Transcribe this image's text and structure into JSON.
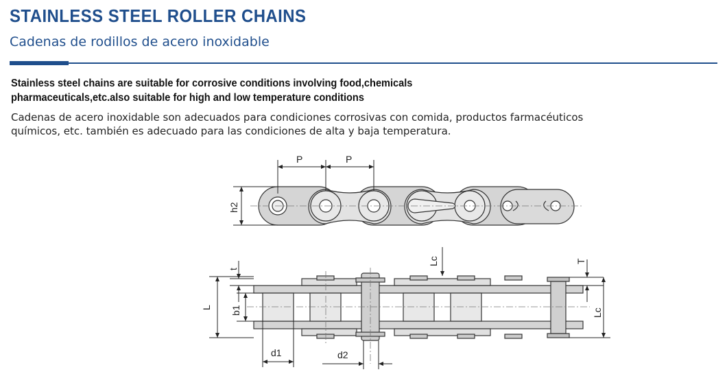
{
  "title": "STAINLESS STEEL ROLLER CHAINS",
  "subtitle": "Cadenas de rodillos de acero inoxidable",
  "description_en": [
    "Stainless steel chains are suitable for corrosive conditions involving food,chemicals",
    "pharmaceuticals,etc.also suitable for high and low temperature conditions"
  ],
  "description_es": [
    "Cadenas de acero inoxidable son adecuados para condiciones corrosivas con comida, productos farmacéuticos",
    "químicos, etc. también es adecuado para las condiciones de alta y baja temperatura."
  ],
  "diagram": {
    "labels": {
      "pitch_1": "P",
      "pitch_2": "P",
      "height": "h2",
      "plate_thickness": "t",
      "overall_width": "L",
      "inner_width": "b1",
      "roller_diameter": "d1",
      "pin_diameter": "d2",
      "pin_length_top": "Lc",
      "pin_length_right": "Lc",
      "thickness_right": "T"
    }
  },
  "colors": {
    "heading": "#1f4e8c",
    "plate_fill": "#d8d8d8",
    "roller_fill": "#e6e6e6"
  }
}
